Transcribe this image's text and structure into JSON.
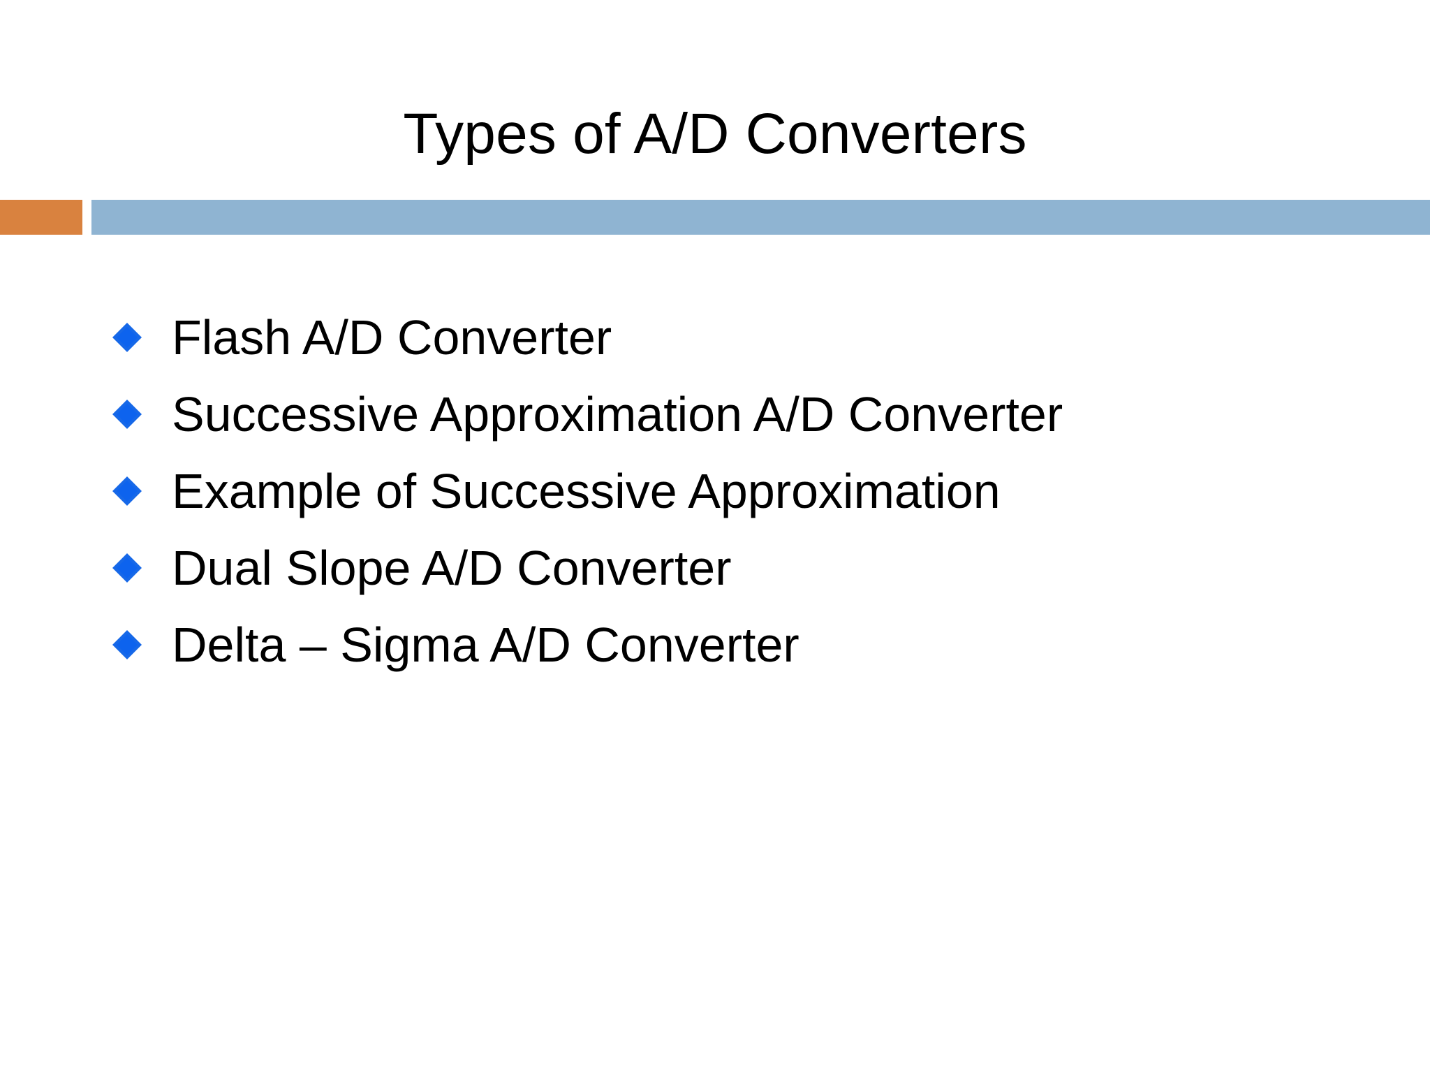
{
  "slide": {
    "title": "Types of A/D Converters",
    "background_color": "#ffffff",
    "title_color": "#000000",
    "divider": {
      "accent_color": "#d9823f",
      "main_color": "#8fb4d2"
    },
    "bullet_marker": {
      "icon": "blue-diamond-bullet-icon",
      "color": "#1668e8"
    },
    "bullets": [
      {
        "text": "Flash A/D Converter"
      },
      {
        "text": "Successive Approximation A/D Converter"
      },
      {
        "text": "Example of Successive Approximation"
      },
      {
        "text": "Dual Slope A/D Converter"
      },
      {
        "text": "Delta – Sigma A/D Converter"
      }
    ]
  }
}
